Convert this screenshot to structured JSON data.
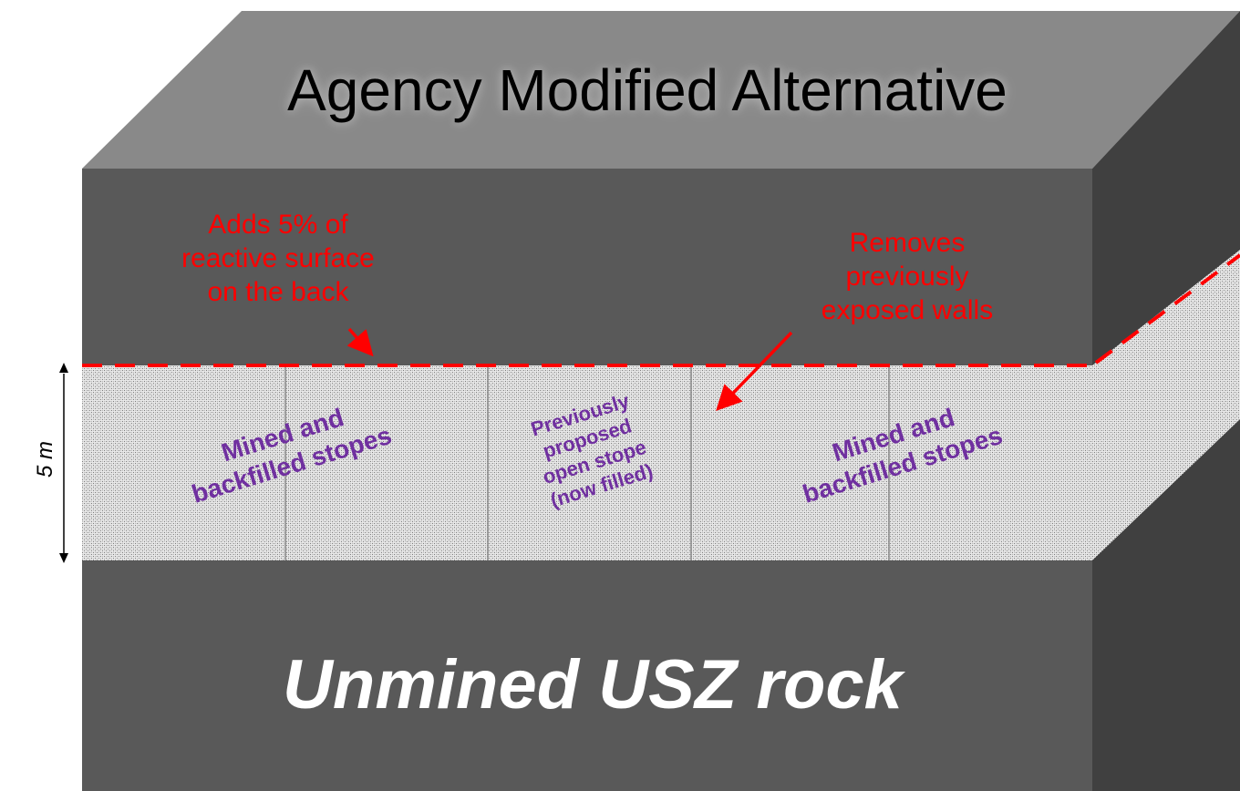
{
  "diagram": {
    "title": "Agency Modified Alternative",
    "annotations": {
      "back": [
        "Adds 5% of",
        "reactive surface",
        "on the back"
      ],
      "walls": [
        "Removes",
        "previously",
        "exposed walls"
      ]
    },
    "stope_labels": {
      "left": [
        "Mined and",
        "backfilled stopes"
      ],
      "center": [
        "Previously",
        "proposed",
        "open stope",
        "(now filled)"
      ],
      "right": [
        "Mined and",
        "backfilled stopes"
      ]
    },
    "dimension_label": "5 m",
    "rock_label": "Unmined USZ rock",
    "colors": {
      "top_face": "#898989",
      "front_face": "#595959",
      "side_face": "#404040",
      "annotation": "#ff0000",
      "stope_text": "#7030a0",
      "rock_text": "#ffffff"
    }
  }
}
